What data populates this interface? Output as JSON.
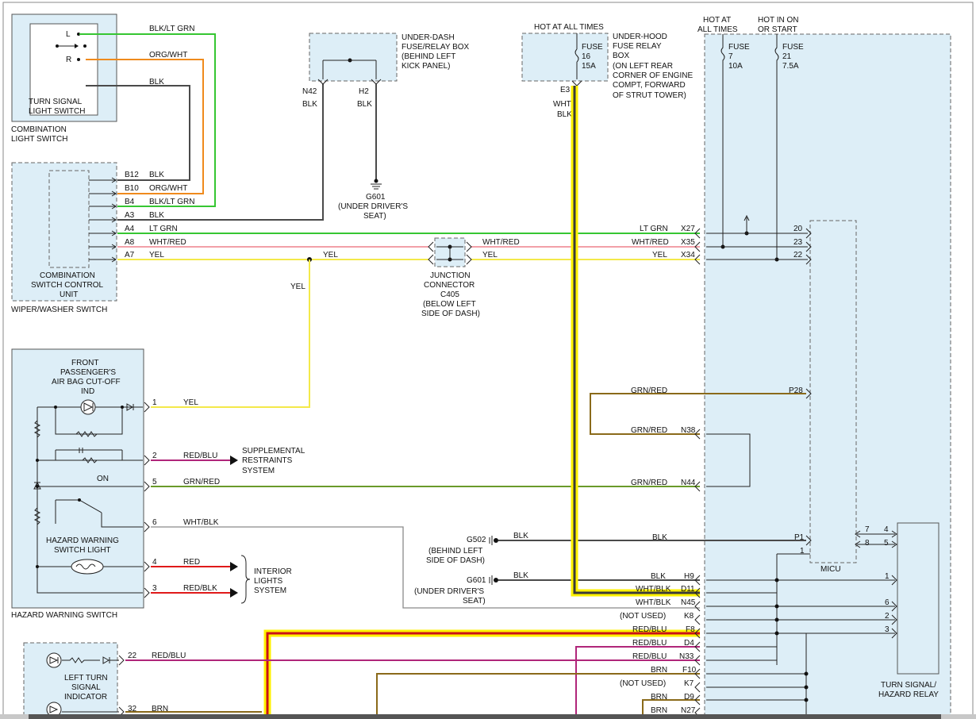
{
  "colors": {
    "panel_fill": "#ddeef7",
    "highlight": "#fff200",
    "green_wire": "#36c632",
    "pink_wire": "#f2a0a8",
    "yellow_wire": "#f3e94a",
    "orange_wire": "#ef8a1c"
  },
  "combination_light_switch": {
    "pin_l": "L",
    "pin_r": "R",
    "inner_label_1": "TURN SIGNAL",
    "inner_label_2": "LIGHT SWITCH",
    "label_1": "COMBINATION",
    "label_2": "LIGHT SWITCH",
    "wire_l": "BLK/LT GRN",
    "wire_r": "ORG/WHT",
    "wire_blk": "BLK"
  },
  "wiper_switch": {
    "pins": [
      "B12",
      "B10",
      "B4",
      "A3",
      "A4",
      "A8",
      "A7"
    ],
    "wires": [
      "BLK",
      "ORG/WHT",
      "BLK/LT GRN",
      "BLK",
      "LT GRN",
      "WHT/RED",
      "YEL"
    ],
    "label_1": "COMBINATION",
    "label_2": "SWITCH CONTROL",
    "label_3": "UNIT",
    "label_4": "WIPER/WASHER SWITCH",
    "yel_branch": "YEL",
    "yel_down": "YEL"
  },
  "under_dash_box": {
    "label_1": "UNDER-DASH",
    "label_2": "FUSE/RELAY BOX",
    "label_3": "(BEHIND LEFT",
    "label_4": "KICK PANEL)",
    "pin_1": "N42",
    "pin_2": "H2",
    "wire_1": "BLK",
    "wire_2": "BLK"
  },
  "ground_g601_top": {
    "name": "G601",
    "loc_1": "(UNDER DRIVER'S",
    "loc_2": "SEAT)"
  },
  "under_hood_box": {
    "hot_label": "HOT AT ALL TIMES",
    "fuse": "FUSE",
    "fuse_num": "16",
    "fuse_amp": "15A",
    "label_1": "UNDER-HOOD",
    "label_2": "FUSE RELAY",
    "label_3": "BOX",
    "label_4": "(ON LEFT REAR",
    "label_5": "CORNER OF ENGINE",
    "label_6": "COMPT, FORWARD",
    "label_7": "OF STRUT TOWER)",
    "pin": "E3",
    "wire_1": "WHT/",
    "wire_2": "BLK"
  },
  "right_fuses": {
    "hot_a_1": "HOT AT",
    "hot_a_2": "ALL TIMES",
    "hot_b_1": "HOT IN ON",
    "hot_b_2": "OR START",
    "fuse_a": "FUSE",
    "fuse_a_num": "7",
    "fuse_a_amp": "10A",
    "fuse_b": "FUSE",
    "fuse_b_num": "21",
    "fuse_b_amp": "7.5A"
  },
  "junction": {
    "wire_a": "WHT/RED",
    "wire_b": "YEL",
    "label_1": "JUNCTION",
    "label_2": "CONNECTOR",
    "label_3": "C405",
    "label_4": "(BELOW LEFT",
    "label_5": "SIDE OF DASH)"
  },
  "fuse_box_pins_top": [
    {
      "wire": "LT GRN",
      "pin": "X27",
      "micu": "20"
    },
    {
      "wire": "WHT/RED",
      "pin": "X35",
      "micu": "23"
    },
    {
      "wire": "YEL",
      "pin": "X34",
      "micu": "22"
    }
  ],
  "airbag_panel": {
    "title_1": "FRONT",
    "title_2": "PASSENGER'S",
    "title_3": "AIR BAG CUT-OFF",
    "title_4": "IND",
    "pin_1": "1",
    "wire_1": "YEL",
    "pin_2": "2",
    "wire_2": "RED/BLU",
    "srs_1": "SUPPLEMENTAL",
    "srs_2": "RESTRAINTS",
    "srs_3": "SYSTEM",
    "on_label": "ON",
    "pin_5": "5",
    "wire_5": "GRN/RED",
    "hazard_1": "HAZARD WARNING",
    "hazard_2": "SWITCH LIGHT",
    "pin_6": "6",
    "wire_6": "WHT/BLK",
    "pin_4": "4",
    "wire_4": "RED",
    "pin_3": "3",
    "wire_3": "RED/BLK",
    "interior_1": "INTERIOR",
    "interior_2": "LIGHTS",
    "interior_3": "SYSTEM",
    "label": "HAZARD WARNING SWITCH"
  },
  "micu_pins": {
    "p28_wire": "GRN/RED",
    "p28": "P28",
    "n38_wire": "GRN/RED",
    "n38": "N38",
    "n44_wire": "GRN/RED",
    "n44": "N44",
    "p1_wire": "BLK",
    "p1": "P1",
    "pin_1": "1",
    "label": "MICU",
    "relay_7": "7",
    "relay_4": "4",
    "relay_8": "8",
    "relay_5": "5"
  },
  "grounds_mid": {
    "g502": "G502",
    "g502_wire": "BLK",
    "g502_loc_1": "(BEHIND LEFT",
    "g502_loc_2": "SIDE OF DASH)",
    "g601": "G601",
    "g601_wire": "BLK",
    "g601_loc_1": "(UNDER DRIVER'S",
    "g601_loc_2": "SEAT)"
  },
  "lower_pins": [
    {
      "wire": "BLK",
      "pin": "H9",
      "relay": "1"
    },
    {
      "wire": "WHT/BLK",
      "pin": "D11",
      "relay": ""
    },
    {
      "wire": "WHT/BLK",
      "pin": "N45",
      "relay": "6"
    },
    {
      "wire": "(NOT USED)",
      "pin": "K8",
      "relay": "2"
    },
    {
      "wire": "RED/BLU",
      "pin": "F8",
      "relay": "3"
    },
    {
      "wire": "RED/BLU",
      "pin": "D4",
      "relay": ""
    },
    {
      "wire": "RED/BLU",
      "pin": "N33",
      "relay": ""
    },
    {
      "wire": "BRN",
      "pin": "F10",
      "relay": ""
    },
    {
      "wire": "(NOT USED)",
      "pin": "K7",
      "relay": ""
    },
    {
      "wire": "BRN",
      "pin": "D9",
      "relay": ""
    },
    {
      "wire": "BRN",
      "pin": "N27",
      "relay": ""
    }
  ],
  "relay": {
    "label_1": "TURN SIGNAL/",
    "label_2": "HAZARD RELAY"
  },
  "left_turn": {
    "pin_22": "22",
    "wire_22": "RED/BLU",
    "label_1": "LEFT TURN",
    "label_2": "SIGNAL",
    "label_3": "INDICATOR",
    "pin_32": "32",
    "wire_32": "BRN"
  }
}
